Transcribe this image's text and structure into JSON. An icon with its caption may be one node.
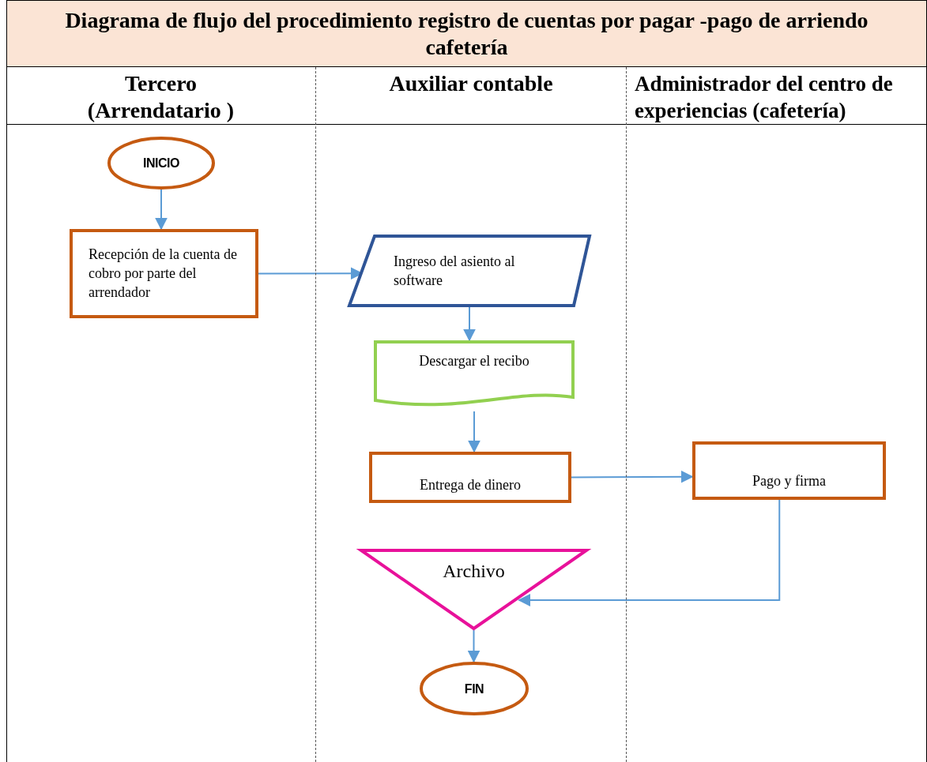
{
  "diagram": {
    "title": "Diagrama de flujo del procedimiento registro de cuentas por pagar -pago de arriendo cafetería",
    "nodes": [
      {
        "text": [
          "Tercero (Arrendatario )"
        ]
      },
      {
        "text": [
          "Auxiliar contable"
        ]
      },
      {
        "text": [
          "Administrador del centro de experiencias (cafetería)"
        ]
      },
      {
        "text": [
          "INICIO"
        ],
        "in": 0
      },
      {
        "text": [
          "Recepción de la cuenta de cobro por parte del arrendador"
        ],
        "in": 0
      },
      {
        "text": [
          "Ingreso del asiento al software"
        ],
        "in": 1
      },
      {
        "text": [
          "Descargar el recibo"
        ],
        "in": 1
      },
      {
        "text": [
          "Entrega de dinero"
        ],
        "in": 1
      },
      {
        "text": [
          "Pago y firma"
        ],
        "in": 2
      },
      {
        "text": [
          "Archivo"
        ],
        "in": 1
      },
      {
        "text": [
          "FIN"
        ],
        "in": 1
      }
    ],
    "edges": [
      {
        "from": 3,
        "to": 4,
        "arrow": "to"
      },
      {
        "from": 4,
        "to": 5,
        "arrow": "to"
      },
      {
        "from": 5,
        "to": 6,
        "arrow": "to"
      },
      {
        "from": 6,
        "to": 7,
        "arrow": "to"
      },
      {
        "from": 7,
        "to": 8,
        "arrow": "to"
      },
      {
        "from": 8,
        "to": 9,
        "arrow": "to"
      },
      {
        "from": 9,
        "to": 10,
        "arrow": "to"
      }
    ]
  }
}
